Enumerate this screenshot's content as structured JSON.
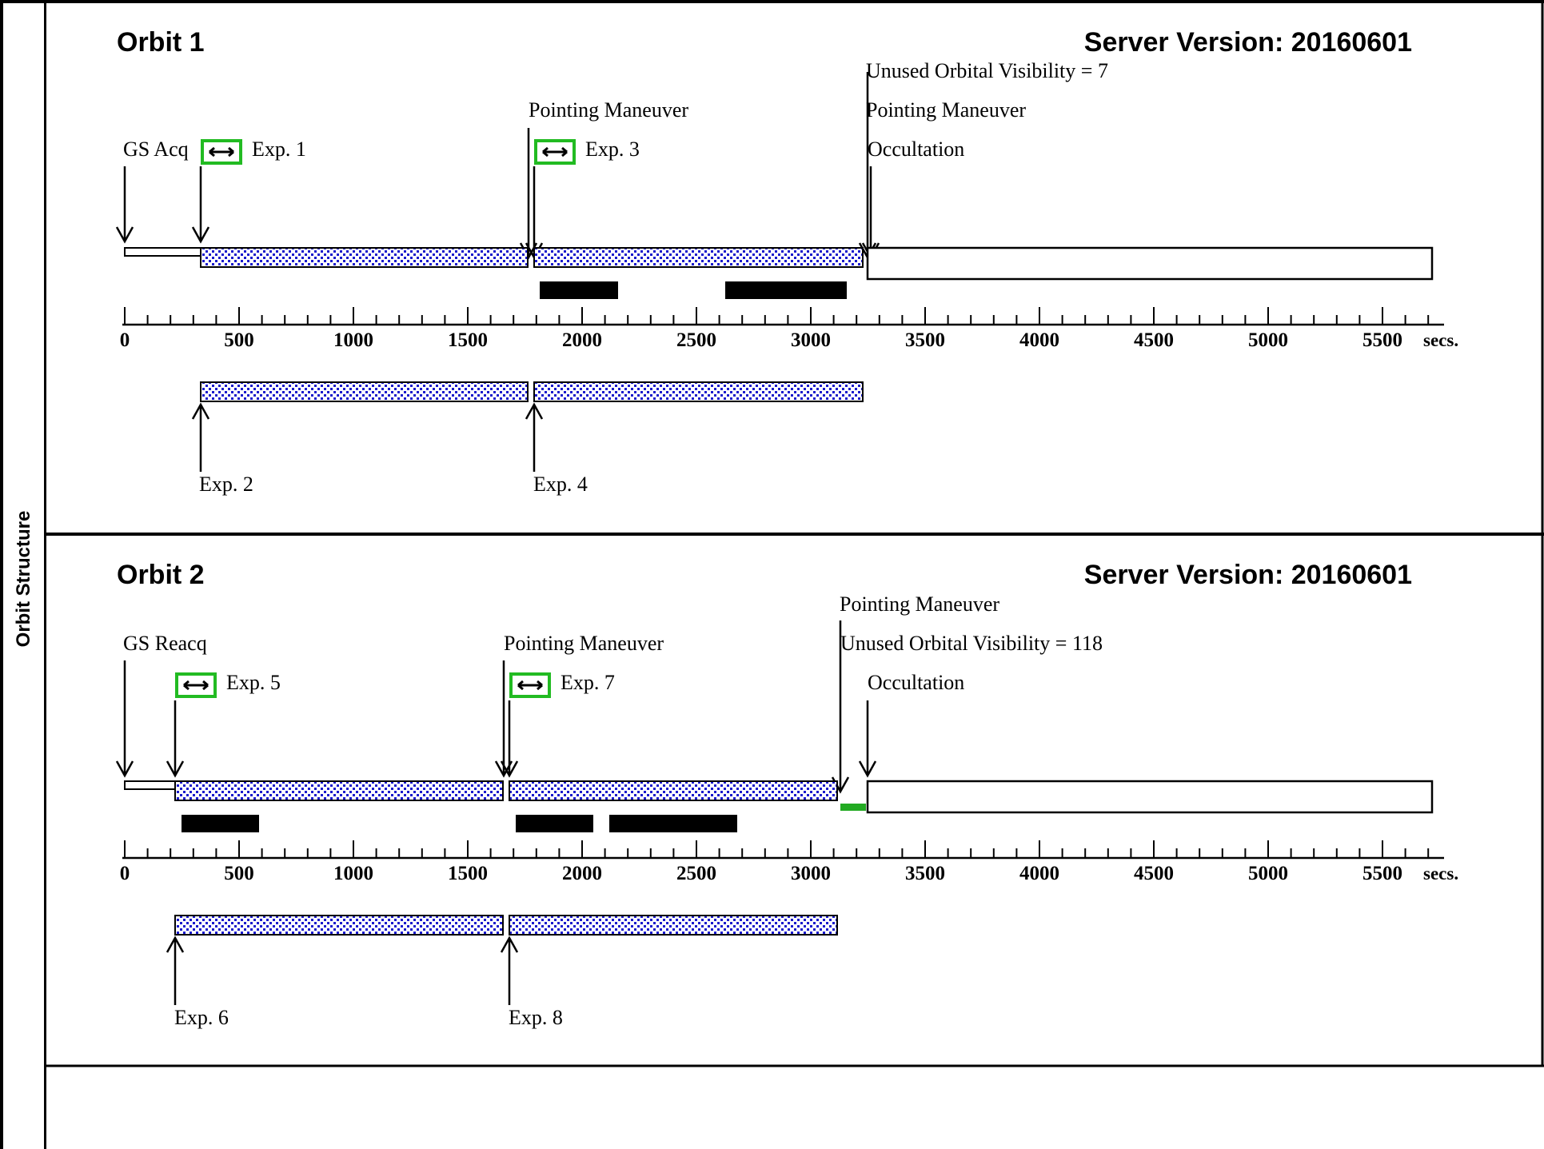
{
  "side_label": "Orbit Structure",
  "colors": {
    "exposure_dots": "#1a1acc",
    "exposure_bg": "#ffffff",
    "icon_box": "#22bb22",
    "unused_visibility": "#22aa22",
    "text": "#000000"
  },
  "axis": {
    "ticks": [
      "0",
      "500",
      "1000",
      "1500",
      "2000",
      "2500",
      "3000",
      "3500",
      "4000",
      "4500",
      "5000",
      "5500"
    ],
    "unit": "secs."
  },
  "orbits": [
    {
      "title": "Orbit 1",
      "server_version": "Server Version: 20160601",
      "labels": {
        "gs": "GS Acq",
        "exp_top_1": "Exp. 1",
        "exp_top_2": "Exp. 3",
        "pm_mid": "Pointing Maneuver",
        "unused": "Unused Orbital Visibility = 7",
        "pm_end": "Pointing Maneuver",
        "occultation": "Occultation",
        "exp_bottom_1": "Exp. 2",
        "exp_bottom_2": "Exp. 4"
      }
    },
    {
      "title": "Orbit 2",
      "server_version": "Server Version: 20160601",
      "labels": {
        "gs": "GS Reacq",
        "exp_top_1": "Exp. 5",
        "exp_top_2": "Exp. 7",
        "pm_mid": "Pointing Maneuver",
        "pm_end": "Pointing Maneuver",
        "unused": "Unused Orbital Visibility = 118",
        "occultation": "Occultation",
        "exp_bottom_1": "Exp. 6",
        "exp_bottom_2": "Exp. 8"
      }
    }
  ]
}
